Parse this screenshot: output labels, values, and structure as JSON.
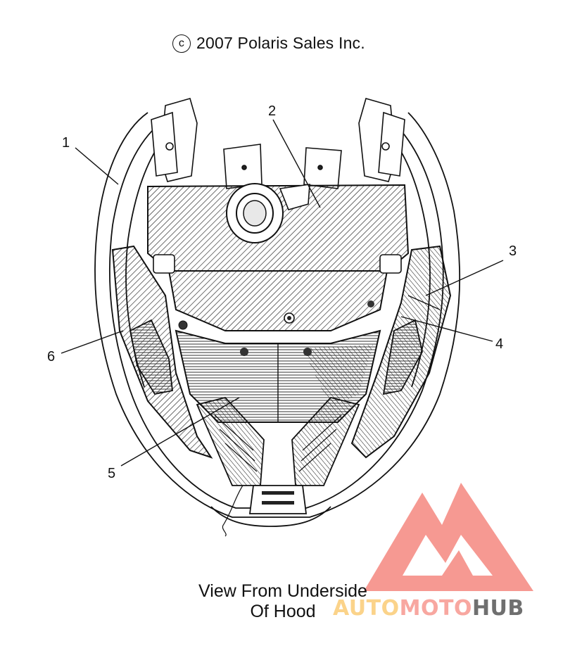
{
  "header": {
    "copyright_symbol": "c",
    "copyright_text": "2007 Polaris Sales Inc."
  },
  "callouts": [
    "1",
    "2",
    "3",
    "4",
    "5",
    "6"
  ],
  "caption": {
    "line1": "View From Underside",
    "line2": "Of Hood"
  },
  "watermark": {
    "part1": "AUTO",
    "part2": "MOTO",
    "part3": "HUB",
    "color_primary": "#f26f64",
    "color_secondary": "#fbd38a",
    "color_dark": "#6f6f6f"
  }
}
